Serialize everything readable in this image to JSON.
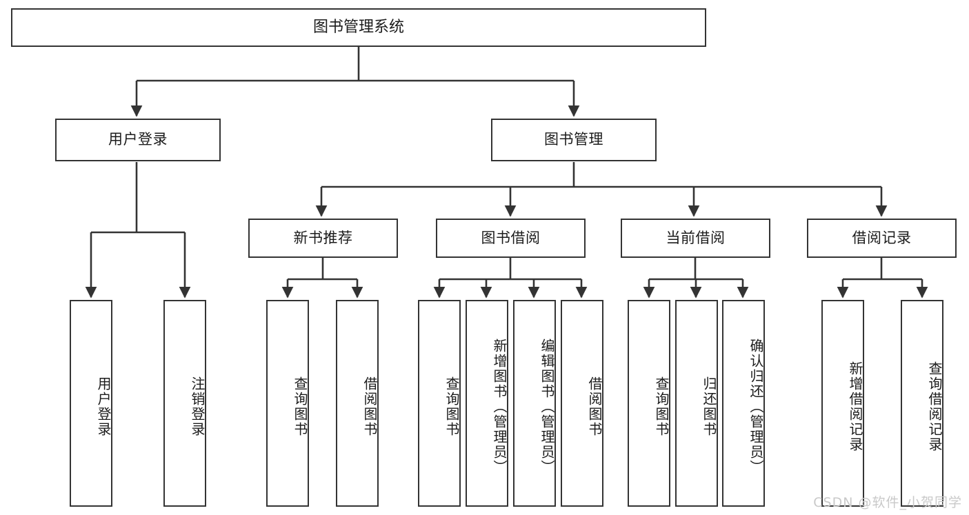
{
  "diagram": {
    "title": "图书管理系统",
    "type": "tree-hierarchy",
    "background_color": "#ffffff",
    "line_color": "#333333",
    "box_fill": "#ffffff",
    "text_color": "#1b1b1b"
  },
  "nodes": {
    "root": {
      "label": "图书管理系统",
      "level": 0
    },
    "level1": [
      {
        "id": "user-login",
        "label": "用户登录"
      },
      {
        "id": "book-manage",
        "label": "图书管理"
      }
    ],
    "level2": [
      {
        "id": "new-book-rec",
        "label": "新书推荐"
      },
      {
        "id": "book-borrow",
        "label": "图书借阅"
      },
      {
        "id": "current-borrow",
        "label": "当前借阅"
      },
      {
        "id": "borrow-record",
        "label": "借阅记录"
      }
    ],
    "leaves": [
      {
        "id": "leaf-user-login",
        "label": "用户登录",
        "parent": "user-login"
      },
      {
        "id": "leaf-logout-login",
        "label": "注销登录",
        "parent": "user-login"
      },
      {
        "id": "leaf-query-book-1",
        "label": "查询图书",
        "parent": "new-book-rec"
      },
      {
        "id": "leaf-borrow-book-1",
        "label": "借阅图书",
        "parent": "new-book-rec"
      },
      {
        "id": "leaf-query-book-2",
        "label": "查询图书",
        "parent": "book-borrow"
      },
      {
        "id": "leaf-add-book",
        "label": "新增图书（管理员）",
        "parent": "book-borrow"
      },
      {
        "id": "leaf-edit-book",
        "label": "编辑图书（管理员）",
        "parent": "book-borrow"
      },
      {
        "id": "leaf-borrow-book-2",
        "label": "借阅图书",
        "parent": "book-borrow"
      },
      {
        "id": "leaf-query-book-3",
        "label": "查询图书",
        "parent": "current-borrow"
      },
      {
        "id": "leaf-return-book",
        "label": "归还图书",
        "parent": "current-borrow"
      },
      {
        "id": "leaf-confirm-return",
        "label": "确认归还（管理员）",
        "parent": "current-borrow"
      },
      {
        "id": "leaf-add-record",
        "label": "新增借阅记录",
        "parent": "borrow-record"
      },
      {
        "id": "leaf-query-record",
        "label": "查询借阅记录",
        "parent": "borrow-record"
      }
    ]
  },
  "watermark": {
    "text": "CSDN @软件_小贺同学",
    "color": "#c9c9c9"
  }
}
